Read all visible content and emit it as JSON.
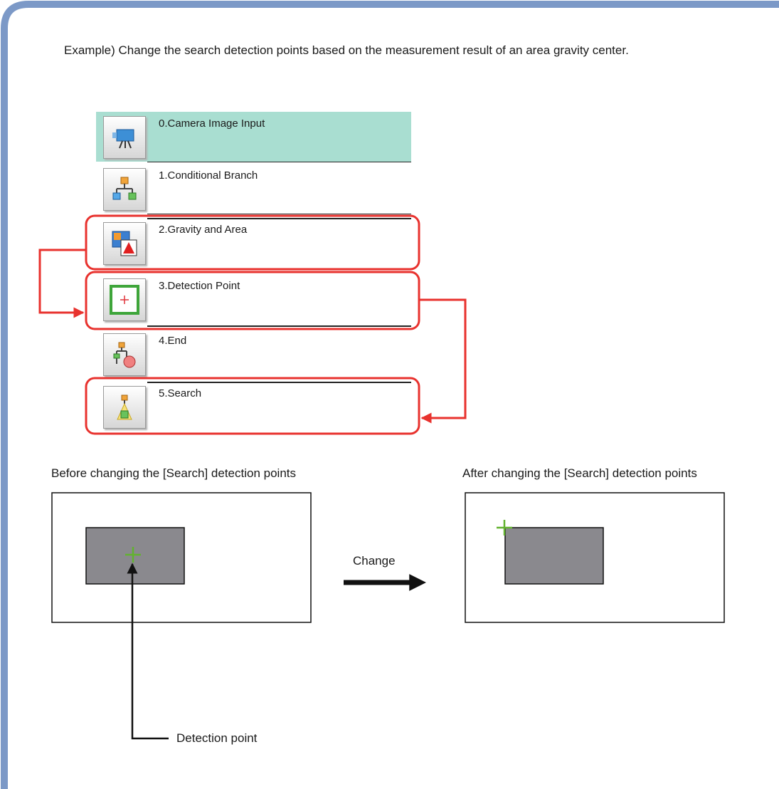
{
  "intro_text": "Example) Change the search detection points based on the measurement result of an area gravity center.",
  "flow": [
    {
      "label": "0.Camera Image Input",
      "icon": "camera-icon",
      "highlighted": true
    },
    {
      "label": "1.Conditional Branch",
      "icon": "branch-icon",
      "highlighted": false
    },
    {
      "label": "2.Gravity and Area",
      "icon": "gravity-area-icon",
      "highlighted": false,
      "outlined": true
    },
    {
      "label": "3.Detection Point",
      "icon": "detection-point-icon",
      "highlighted": false,
      "outlined": true
    },
    {
      "label": "4.End",
      "icon": "end-icon",
      "highlighted": false
    },
    {
      "label": "5.Search",
      "icon": "search-icon",
      "highlighted": false,
      "outlined": true
    }
  ],
  "before_caption": "Before changing the [Search] detection points",
  "after_caption": "After changing the [Search] detection points",
  "change_label": "Change",
  "detection_label": "Detection point",
  "colors": {
    "frame": "#7c99c7",
    "highlight_row": "#a9ded1",
    "outline_red": "#e8322e",
    "object_gray": "#8a898e",
    "marker_green": "#62b22f"
  }
}
